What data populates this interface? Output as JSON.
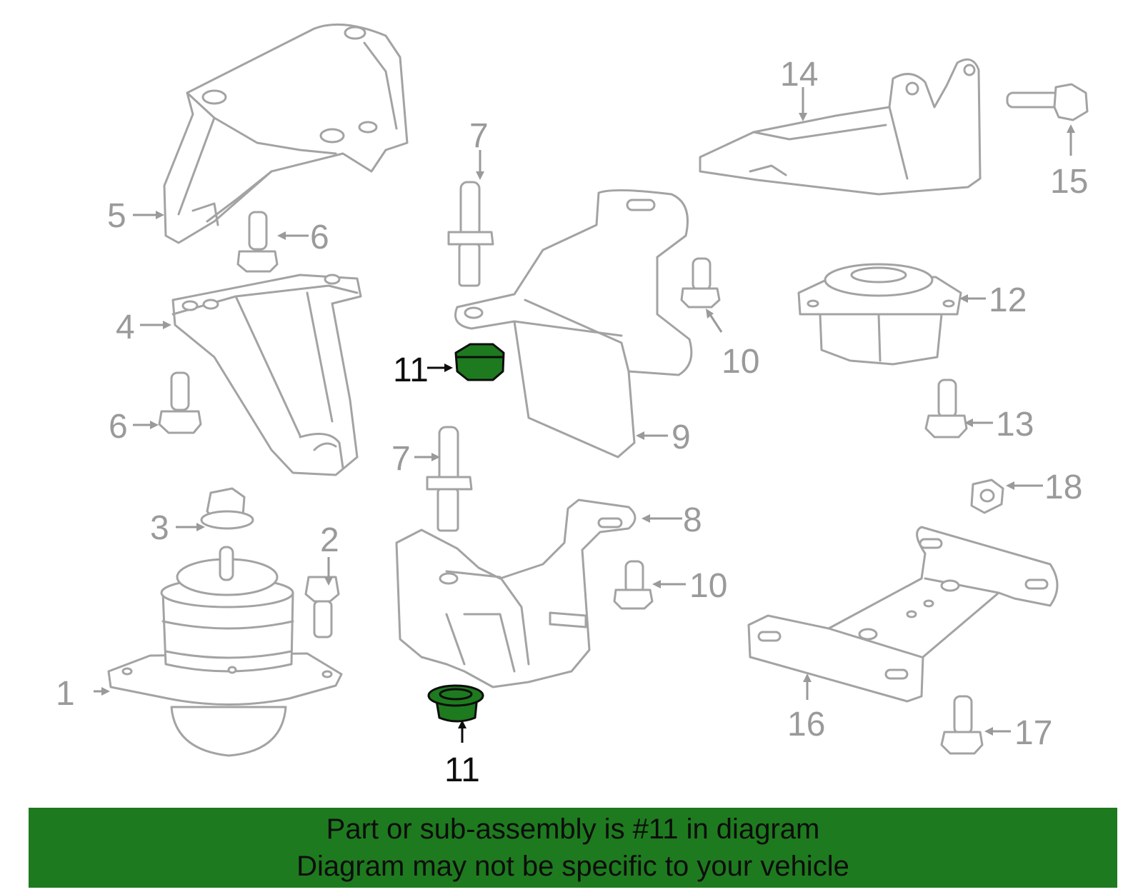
{
  "colors": {
    "highlight": "#1e7a1e",
    "part_outline": "#a3a3a3",
    "callout_text": "#9a9a9a",
    "banner_bg": "#1e7a1e"
  },
  "callouts": {
    "c1": "1",
    "c2": "2",
    "c3": "3",
    "c4": "4",
    "c5": "5",
    "c6a": "6",
    "c6b": "6",
    "c7a": "7",
    "c7b": "7",
    "c8": "8",
    "c9": "9",
    "c10a": "10",
    "c10b": "10",
    "c11a": "11",
    "c11b": "11",
    "c12": "12",
    "c13": "13",
    "c14": "14",
    "c15": "15",
    "c16": "16",
    "c17": "17",
    "c18": "18"
  },
  "banner": {
    "line1": "Part or sub-assembly is #11 in diagram",
    "line2": "Diagram may not be specific to your vehicle"
  }
}
